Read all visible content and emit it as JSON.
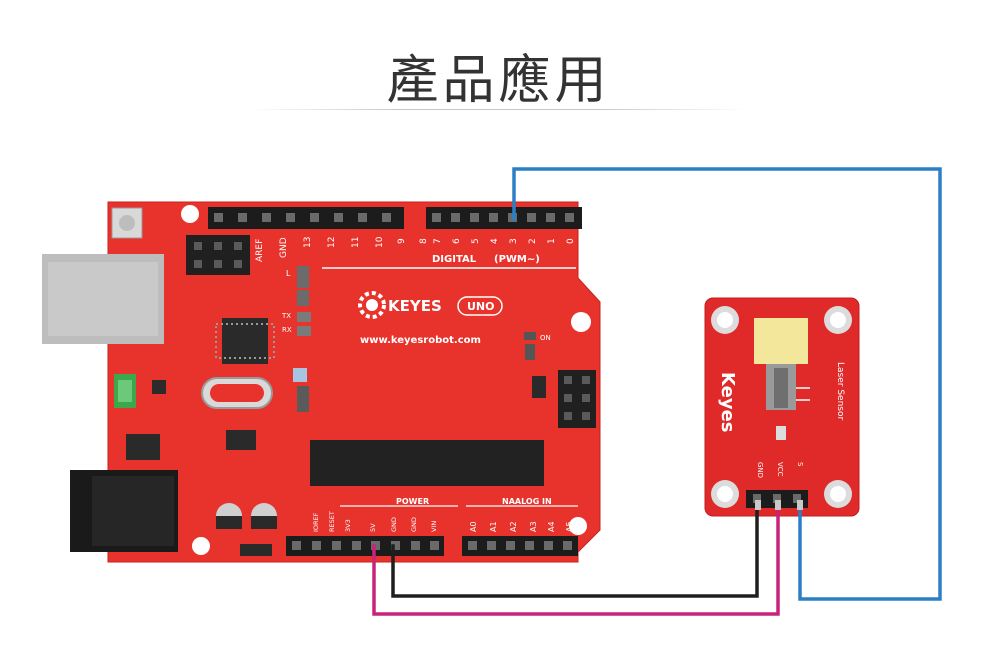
{
  "title": "產品應用",
  "colors": {
    "board": "#e8322c",
    "board_dark": "#c8221e",
    "wire_blue": "#2b7fc5",
    "wire_black": "#1e1e1e",
    "wire_magenta": "#c8237a",
    "silk": "#ffffff"
  },
  "arduino": {
    "brand": "KEYES",
    "model": "UNO",
    "website": "www.keyesrobot.com",
    "digital_label": "DIGITAL",
    "pwm_label": "(PWM~)",
    "power_label": "POWER",
    "analog_label": "NAALOG  IN",
    "on_label": "ON",
    "led_l": "L",
    "led_tx": "TX",
    "led_rx": "RX",
    "top_left_pins": [
      "AREF",
      "GND",
      "13",
      "12",
      "11",
      "10",
      "9",
      "8"
    ],
    "top_right_pins": [
      "7",
      "6",
      "5",
      "4",
      "3",
      "2",
      "1",
      "0"
    ],
    "power_pins": [
      "IOREF",
      "RESET",
      "3V3",
      "5V",
      "GND",
      "GND",
      "VIN"
    ],
    "analog_pins": [
      "A0",
      "A1",
      "A2",
      "A3",
      "A4",
      "A5"
    ]
  },
  "sensor": {
    "brand": "Keyes",
    "name": "Laser Sensor",
    "pins": [
      "GND",
      "VCC",
      "S"
    ]
  }
}
